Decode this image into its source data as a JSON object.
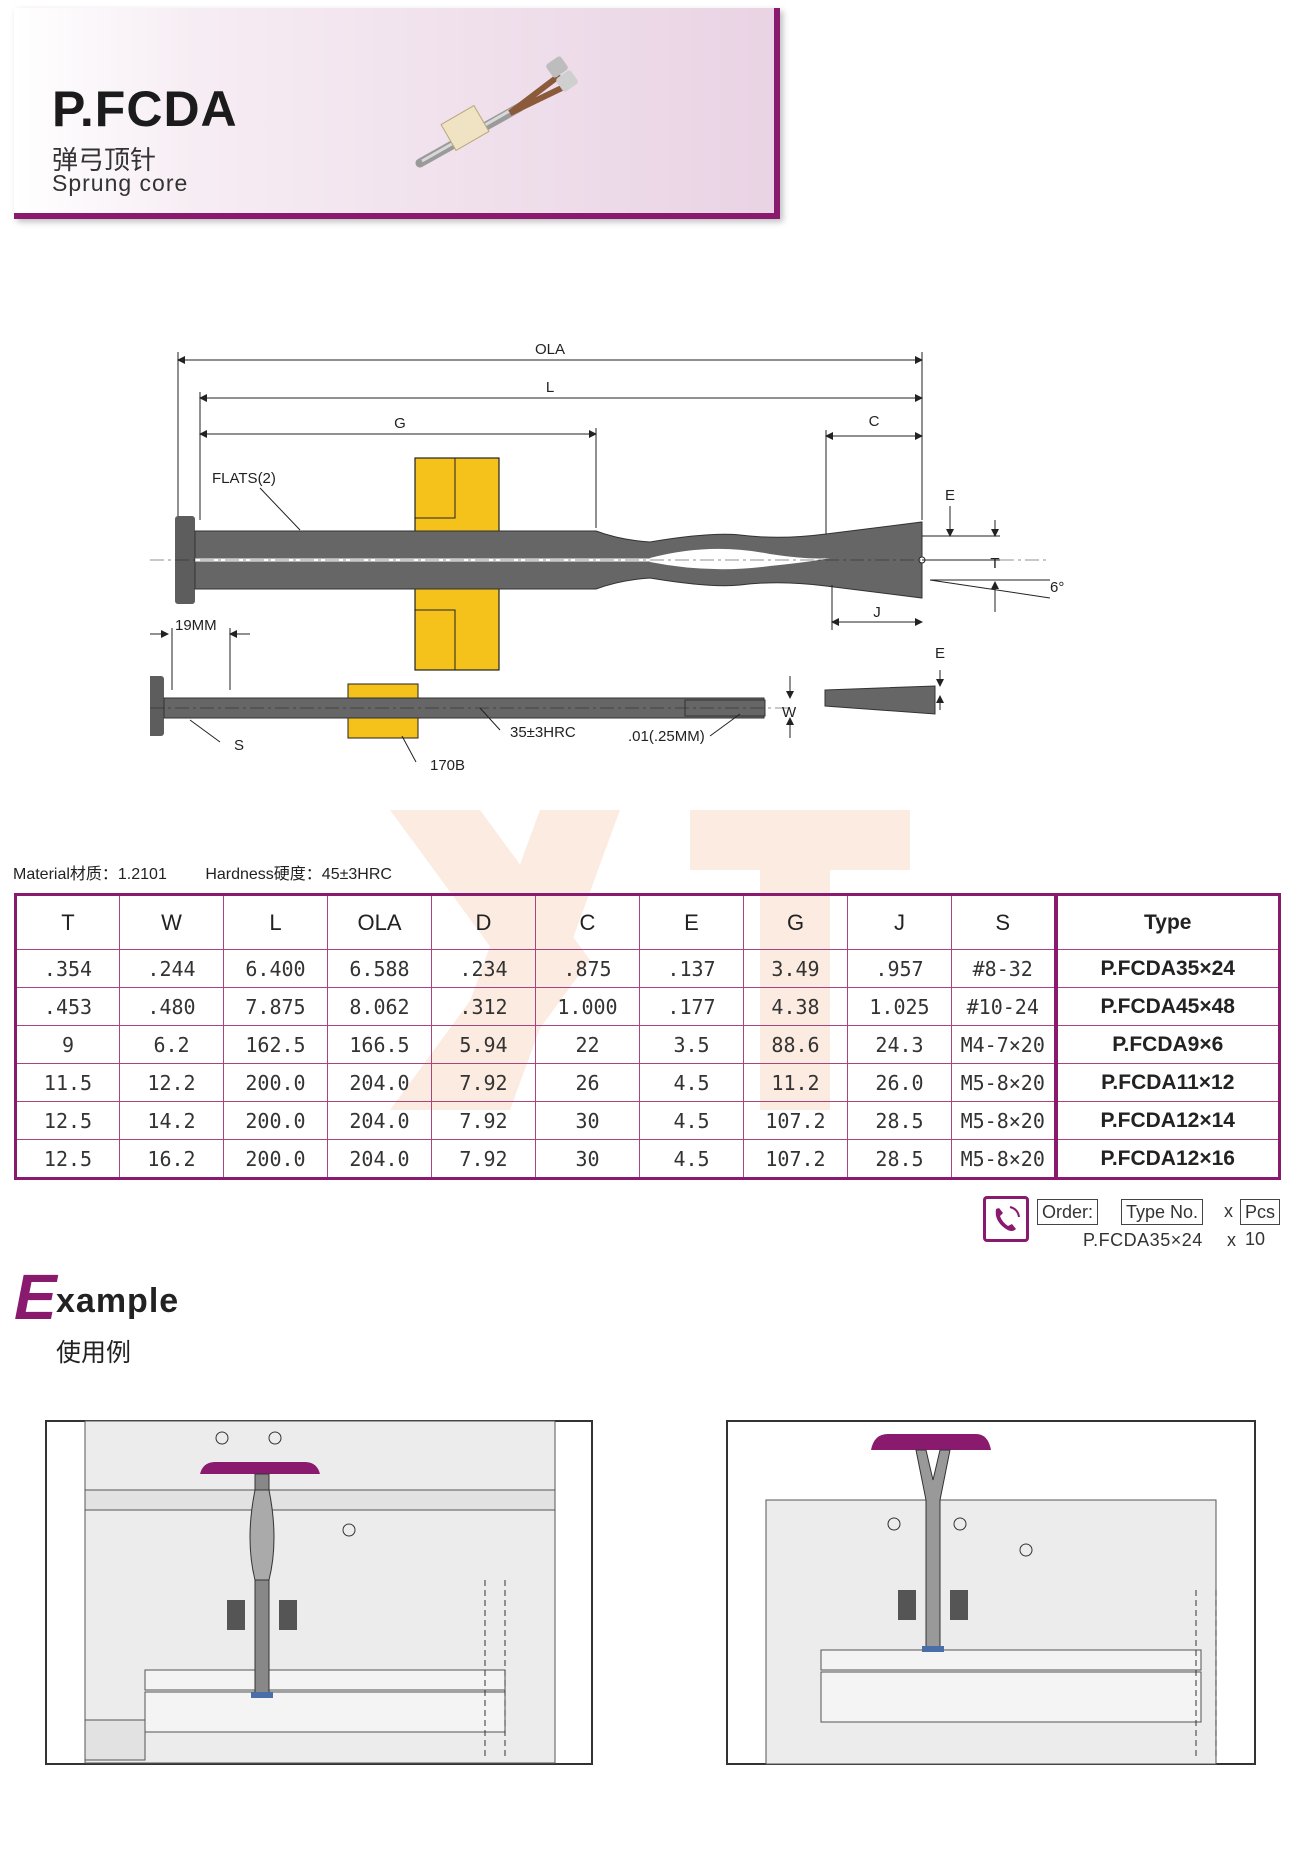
{
  "header": {
    "code": "P.FCDA",
    "title_cn": "弹弓顶针",
    "title_en": "Sprung core"
  },
  "drawing": {
    "labels": {
      "ola": "OLA",
      "l": "L",
      "g": "G",
      "c": "C",
      "e": "E",
      "t": "T",
      "j": "J",
      "angle": "6°",
      "flats": "FLATS(2)",
      "mm19": "19MM",
      "s": "S",
      "w": "W",
      "hrc": "35±3HRC",
      "tol": ".01(.25MM)",
      "b170": "170B",
      "e2": "E"
    }
  },
  "material": {
    "material": "Material材质：1.2101",
    "hardness": "Hardness硬度：45±3HRC"
  },
  "table": {
    "headers": [
      "T",
      "W",
      "L",
      "OLA",
      "D",
      "C",
      "E",
      "G",
      "J",
      "S",
      "Type"
    ],
    "rows": [
      [
        ".354",
        ".244",
        "6.400",
        "6.588",
        ".234",
        ".875",
        ".137",
        "3.49",
        ".957",
        "#8-32",
        "P.FCDA35×24"
      ],
      [
        ".453",
        ".480",
        "7.875",
        "8.062",
        ".312",
        "1.000",
        ".177",
        "4.38",
        "1.025",
        "#10-24",
        "P.FCDA45×48"
      ],
      [
        "9",
        "6.2",
        "162.5",
        "166.5",
        "5.94",
        "22",
        "3.5",
        "88.6",
        "24.3",
        "M4-7×20",
        "P.FCDA9×6"
      ],
      [
        "11.5",
        "12.2",
        "200.0",
        "204.0",
        "7.92",
        "26",
        "4.5",
        "11.2",
        "26.0",
        "M5-8×20",
        "P.FCDA11×12"
      ],
      [
        "12.5",
        "14.2",
        "200.0",
        "204.0",
        "7.92",
        "30",
        "4.5",
        "107.2",
        "28.5",
        "M5-8×20",
        "P.FCDA12×14"
      ],
      [
        "12.5",
        "16.2",
        "200.0",
        "204.0",
        "7.92",
        "30",
        "4.5",
        "107.2",
        "28.5",
        "M5-8×20",
        "P.FCDA12×16"
      ]
    ]
  },
  "order": {
    "label": "Order:",
    "type_box": "Type No.",
    "x": "x",
    "pcs_box": "Pcs",
    "example_type": "P.FCDA35×24",
    "example_x": "x",
    "example_qty": "10"
  },
  "example": {
    "title_first": "E",
    "title_rest": "xample",
    "title_cn": "使用例"
  },
  "colors": {
    "accent": "#8a1a6e",
    "bushing": "#f5c21b",
    "part": "#606060"
  }
}
